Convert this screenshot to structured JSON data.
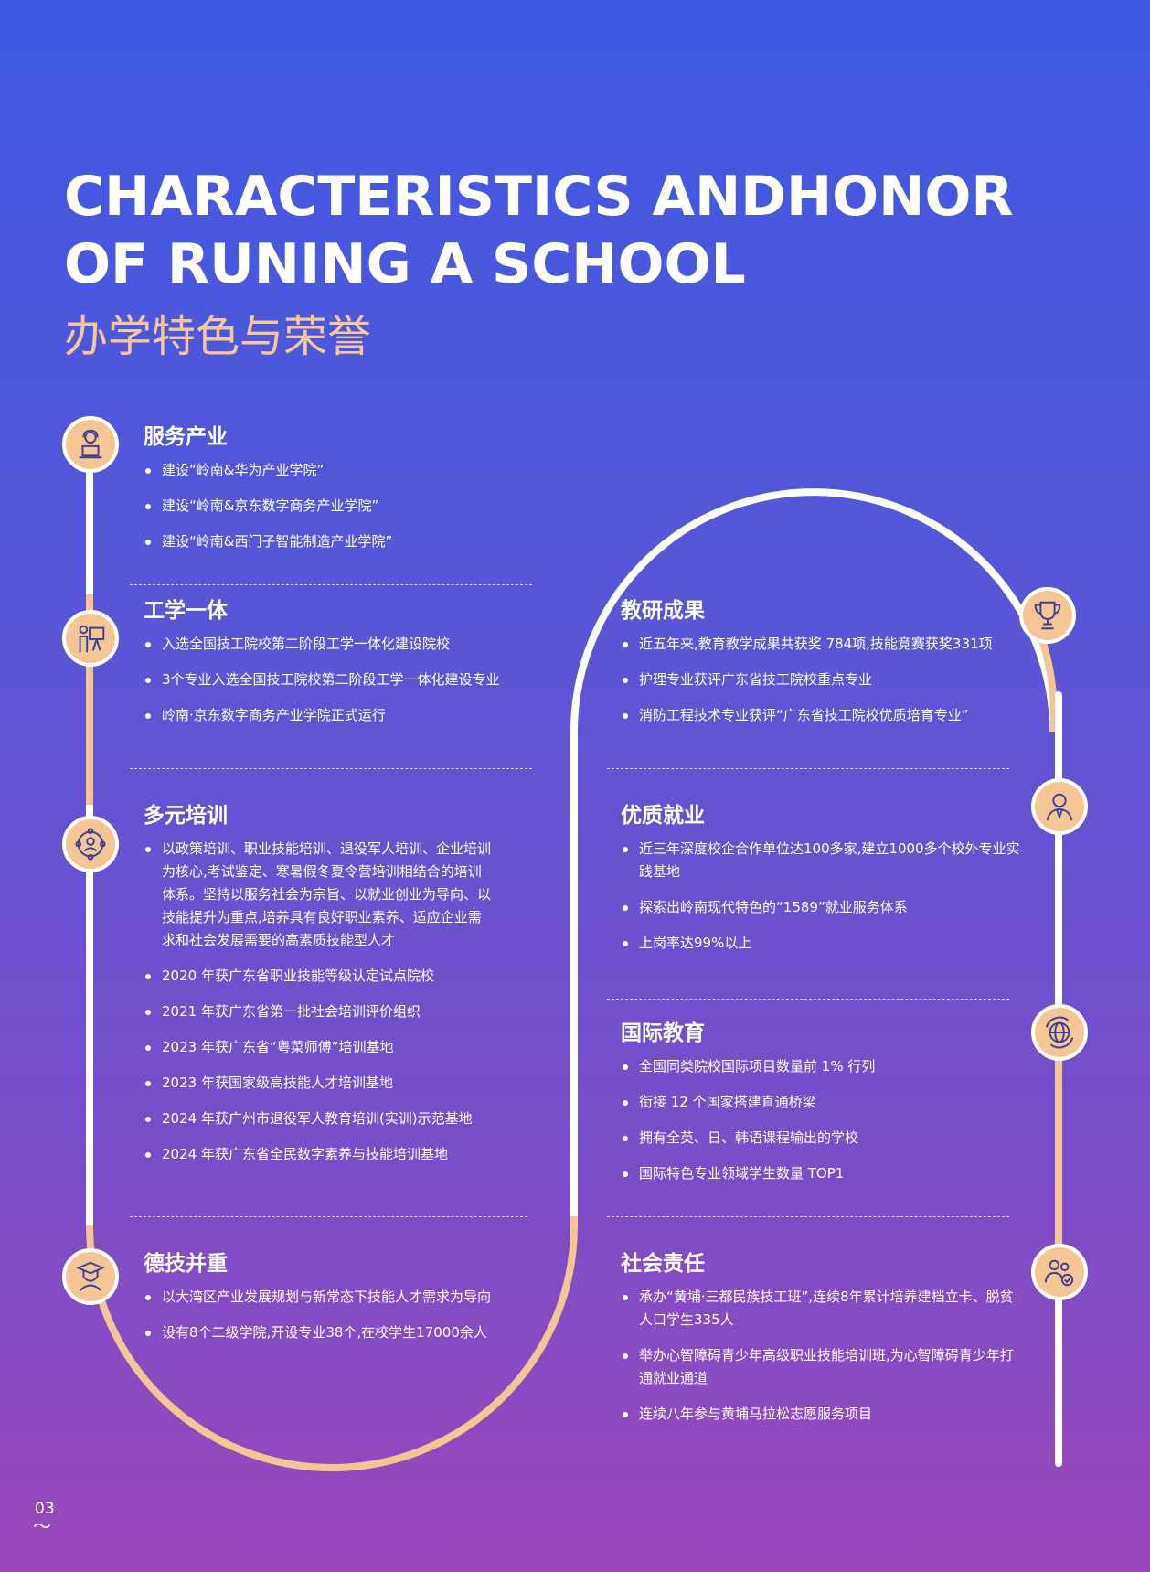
{
  "title_en_line1": "CHARACTERISTICS ANDHONOR",
  "title_en_line2": "OF RUNING A SCHOOL",
  "title_zh": "办学特色与荣誉",
  "accent_color": "#f5c596",
  "sections": {
    "service": {
      "title": "服务产业",
      "icon": "presenter-laptop-icon",
      "items": [
        "建设“岭南&华为产业学院”",
        "建设“岭南&京东数字商务产业学院”",
        "建设“岭南&西门子智能制造产业学院”"
      ]
    },
    "work_study": {
      "title": "工学一体",
      "icon": "teacher-board-icon",
      "items": [
        "入选全国技工院校第二阶段工学一体化建设院校",
        "3个专业入选全国技工院校第二阶段工学一体化建设专业",
        "岭南·京东数字商务产业学院正式运行"
      ]
    },
    "training": {
      "title": "多元培训",
      "icon": "network-people-icon",
      "items": [
        "以政策培训、职业技能培训、退役军人培训、企业培训为核心,考试鉴定、寒暑假冬夏令营培训相结合的培训体系。坚持以服务社会为宗旨、以就业创业为导向、以技能提升为重点,培养具有良好职业素养、适应企业需求和社会发展需要的高素质技能型人才",
        "2020 年获广东省职业技能等级认定试点院校",
        "2021 年获广东省第一批社会培训评价组织",
        "2023 年获广东省“粤菜师傅”培训基地",
        "2023 年获国家级高技能人才培训基地",
        "2024 年获广州市退役军人教育培训(实训)示范基地",
        "2024 年获广东省全民数字素养与技能培训基地"
      ]
    },
    "virtue": {
      "title": "德技并重",
      "icon": "graduate-icon",
      "items": [
        "以大湾区产业发展规划与新常态下技能人才需求为导向",
        "设有8个二级学院,开设专业38个,在校学生17000余人"
      ]
    },
    "research": {
      "title": "教研成果",
      "icon": "trophy-icon",
      "items": [
        "近五年来,教育教学成果共获奖 784项,技能竞赛获奖331项",
        "护理专业获评广东省技工院校重点专业",
        "消防工程技术专业获评“广东省技工院校优质培育专业”"
      ]
    },
    "employment": {
      "title": "优质就业",
      "icon": "employee-icon",
      "items": [
        "近三年深度校企合作单位达100多家,建立1000多个校外专业实践基地",
        "探索出岭南现代特色的“1589”就业服务体系",
        "上岗率达99%以上"
      ]
    },
    "international": {
      "title": "国际教育",
      "icon": "globe-icon",
      "items": [
        "全国同类院校国际项目数量前 1% 行列",
        "衔接 12 个国家搭建直通桥梁",
        "拥有全英、日、韩语课程输出的学校",
        "国际特色专业领域学生数量 TOP1"
      ]
    },
    "social": {
      "title": "社会责任",
      "icon": "people-check-icon",
      "items": [
        "承办“黄埔·三都民族技工班”,连续8年累计培养建档立卡、脱贫人口学生335人",
        "举办心智障碍青少年高级职业技能培训班,为心智障碍青少年打通就业通道",
        "连续八年参与黄埔马拉松志愿服务项目"
      ]
    }
  },
  "page_number": "03"
}
